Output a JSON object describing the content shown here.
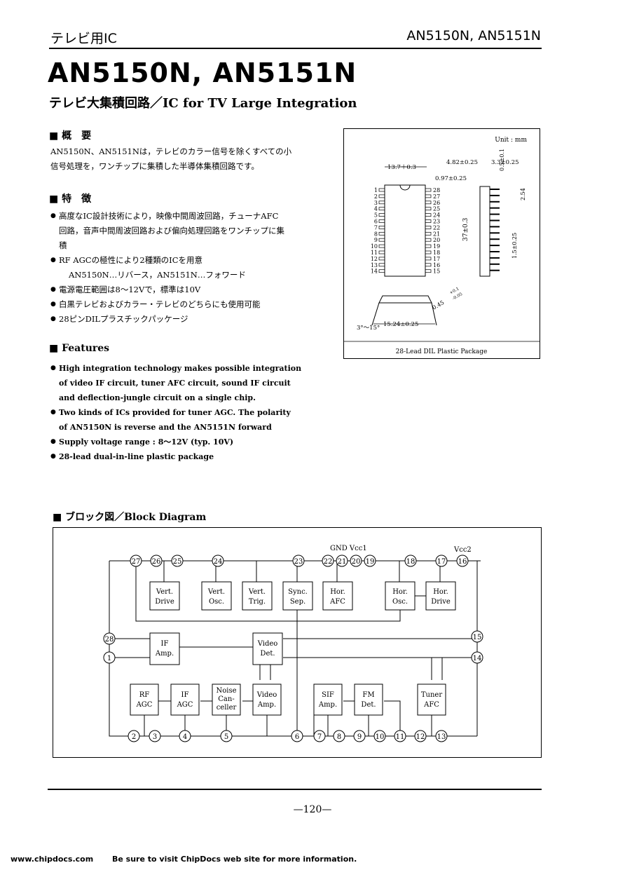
{
  "header": {
    "category": "テレビ用IC",
    "part_numbers": "AN5150N, AN5151N"
  },
  "title": "AN5150N, AN5151N",
  "subtitle": "テレビ大集積回路／IC for TV Large Integration",
  "overview": {
    "heading": "■ 概　要",
    "lines": [
      "AN5150N、AN5151Nは，テレビのカラー信号を除くすべての小",
      "信号処理を，ワンチップに集積した半導体集積回路です。"
    ]
  },
  "features_jp": {
    "heading": "■ 特　徴",
    "lines": [
      {
        "style": "bullet",
        "text": "高度なIC設計技術により，映像中間周波回路，チューナAFC"
      },
      {
        "style": "indent",
        "text": "回路，音声中間周波回路および偏向処理回路をワンチップに集"
      },
      {
        "style": "indent",
        "text": "積"
      },
      {
        "style": "bullet",
        "text": "RF AGCの極性により2種類のICを用意"
      },
      {
        "style": "indent2",
        "text": "AN5150N…リバース，AN5151N…フォワード"
      },
      {
        "style": "bullet",
        "text": "電源電圧範囲は8～12Vで，標準は10V"
      },
      {
        "style": "bullet",
        "text": "白黒テレビおよびカラー・テレビのどちらにも使用可能"
      },
      {
        "style": "bullet",
        "text": "28ピンDILプラスチックパッケージ"
      }
    ]
  },
  "features_en": {
    "heading": "■ Features",
    "lines": [
      {
        "style": "bullet",
        "text": "High integration technology makes possible integration"
      },
      {
        "style": "indent",
        "text": "of video IF circuit, tuner AFC circuit, sound IF circuit"
      },
      {
        "style": "indent",
        "text": "and deflection-jungle circuit on a single chip."
      },
      {
        "style": "bullet",
        "text": "Two kinds of ICs provided for tuner AGC. The polarity"
      },
      {
        "style": "indent",
        "text": "of AN5150N is reverse and the AN5151N forward"
      },
      {
        "style": "bullet",
        "text": "Supply voltage range : 8～12V (typ. 10V)"
      },
      {
        "style": "bullet",
        "text": "28-lead dual-in-line plastic package"
      }
    ]
  },
  "package": {
    "unit": "Unit : mm",
    "dims": {
      "body_width": "13.7＋0.3",
      "thick": "4.82±0.25",
      "standoff": "3.3±0.25",
      "pitch_tol": "0.97±0.25",
      "lead_w": "0.5±0.1",
      "pitch": "2.54",
      "length": "37±0.3",
      "lead_t": "1.5±0.25",
      "lead_w2": "0.45",
      "lead_w2_tol_a": "+0.1",
      "lead_w2_tol_b": "-0.05",
      "row_spacing": "15.24±0.25",
      "angle": "3°～15°"
    },
    "left_pins": [
      "1",
      "2",
      "3",
      "4",
      "5",
      "6",
      "7",
      "8",
      "9",
      "10",
      "11",
      "12",
      "13",
      "14"
    ],
    "right_pins": [
      "28",
      "27",
      "26",
      "25",
      "24",
      "23",
      "22",
      "21",
      "20",
      "19",
      "18",
      "17",
      "16",
      "15"
    ],
    "caption": "28-Lead DIL Plastic Package"
  },
  "block_diagram": {
    "heading": "■ ブロック図／Block Diagram",
    "gnd_label": "GND Vcc1",
    "vcc2_label": "Vcc2",
    "top_blocks": [
      {
        "l1": "Vert.",
        "l2": "Drive"
      },
      {
        "l1": "Vert.",
        "l2": "Osc."
      },
      {
        "l1": "Vert.",
        "l2": "Trig."
      },
      {
        "l1": "Sync.",
        "l2": "Sep."
      },
      {
        "l1": "Hor.",
        "l2": "AFC"
      },
      {
        "l1": "Hor.",
        "l2": "Osc."
      },
      {
        "l1": "Hor.",
        "l2": "Drive"
      }
    ],
    "mid_blocks": [
      {
        "l1": "IF",
        "l2": "Amp."
      },
      {
        "l1": "Video",
        "l2": "Det."
      }
    ],
    "bottom_blocks": [
      {
        "l1": "RF",
        "l2": "AGC",
        "l3": ""
      },
      {
        "l1": "IF",
        "l2": "AGC",
        "l3": ""
      },
      {
        "l1": "Noise",
        "l2": "Can-",
        "l3": "celler"
      },
      {
        "l1": "Video",
        "l2": "Amp.",
        "l3": ""
      },
      {
        "l1": "SIF",
        "l2": "Amp.",
        "l3": ""
      },
      {
        "l1": "FM",
        "l2": "Det.",
        "l3": ""
      },
      {
        "l1": "Tuner",
        "l2": "AFC",
        "l3": ""
      }
    ],
    "pins_top": [
      "27",
      "26",
      "25",
      "24",
      "23",
      "22",
      "21",
      "20",
      "19",
      "18",
      "17",
      "16"
    ],
    "pins_left": [
      "28",
      "1"
    ],
    "pins_right": [
      "15",
      "14"
    ],
    "pins_bottom": [
      "2",
      "3",
      "4",
      "5",
      "6",
      "7",
      "8",
      "9",
      "10",
      "11",
      "12",
      "13"
    ]
  },
  "page_number": "—120—",
  "footer": {
    "site": "www.chipdocs.com",
    "note": "Be sure to visit ChipDocs web site for more information."
  }
}
